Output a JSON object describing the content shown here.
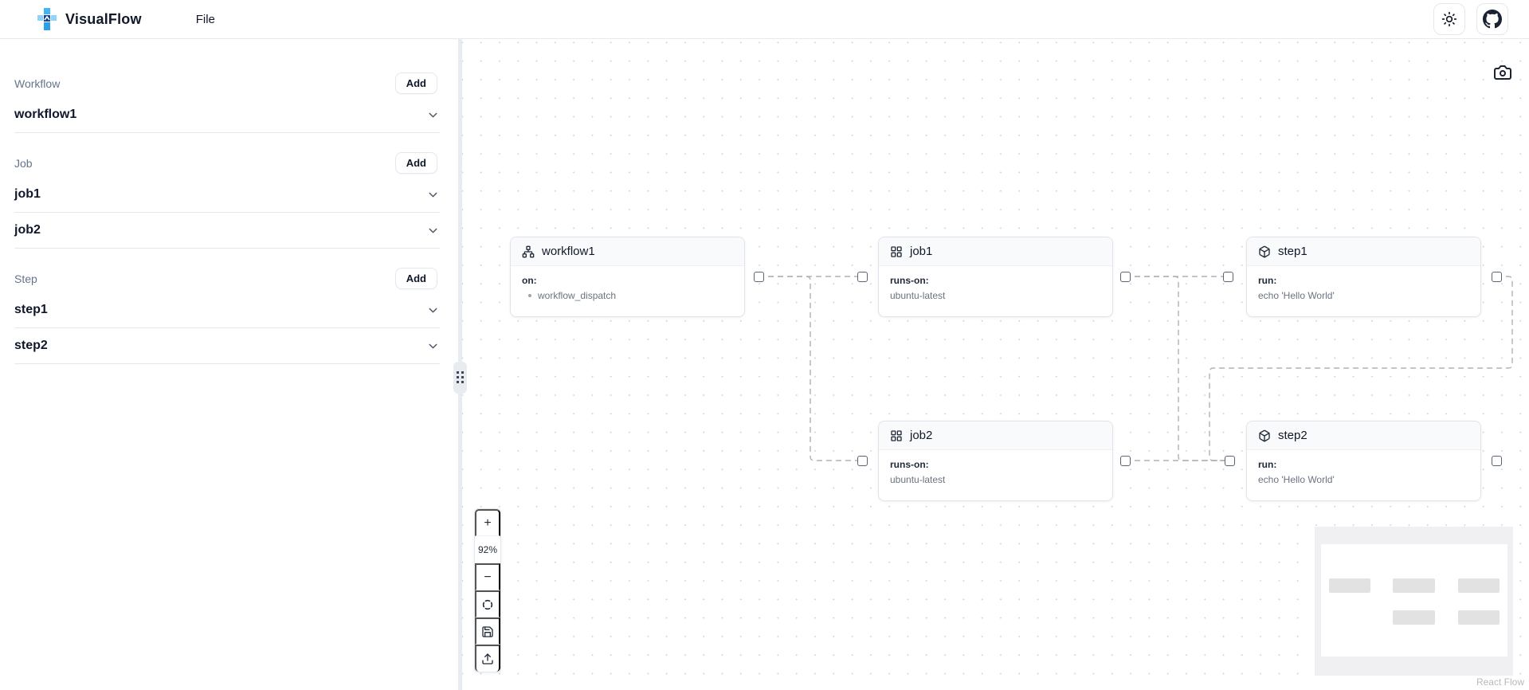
{
  "header": {
    "app_name": "VisualFlow",
    "file_menu_label": "File"
  },
  "sidebar": {
    "sections": [
      {
        "label": "Workflow",
        "add_label": "Add",
        "items": [
          {
            "name": "workflow1"
          }
        ]
      },
      {
        "label": "Job",
        "add_label": "Add",
        "items": [
          {
            "name": "job1"
          },
          {
            "name": "job2"
          }
        ]
      },
      {
        "label": "Step",
        "add_label": "Add",
        "items": [
          {
            "name": "step1"
          },
          {
            "name": "step2"
          }
        ]
      }
    ]
  },
  "canvas": {
    "nodes": [
      {
        "id": "workflow1",
        "type": "workflow",
        "icon": "network-icon",
        "title": "workflow1",
        "fields": [
          {
            "label": "on:",
            "value": "workflow_dispatch",
            "bulleted": true
          }
        ]
      },
      {
        "id": "job1",
        "type": "job",
        "icon": "grid-icon",
        "title": "job1",
        "fields": [
          {
            "label": "runs-on:",
            "value": "ubuntu-latest"
          }
        ]
      },
      {
        "id": "step1",
        "type": "step",
        "icon": "package-icon",
        "title": "step1",
        "fields": [
          {
            "label": "run:",
            "value": "echo 'Hello World'"
          }
        ]
      },
      {
        "id": "job2",
        "type": "job",
        "icon": "grid-icon",
        "title": "job2",
        "fields": [
          {
            "label": "runs-on:",
            "value": "ubuntu-latest"
          }
        ]
      },
      {
        "id": "step2",
        "type": "step",
        "icon": "package-icon",
        "title": "step2",
        "fields": [
          {
            "label": "run:",
            "value": "echo 'Hello World'"
          }
        ]
      }
    ],
    "edges": [
      {
        "source": "workflow1",
        "target": "job1"
      },
      {
        "source": "workflow1",
        "target": "job2"
      },
      {
        "source": "job1",
        "target": "step1"
      },
      {
        "source": "job1",
        "target": "step2"
      },
      {
        "source": "job2",
        "target": "step2"
      },
      {
        "source": "step1",
        "target": "step2"
      }
    ],
    "controls": {
      "zoom_in": "+",
      "zoom_level": "92%",
      "zoom_out": "−"
    },
    "attribution": "React Flow"
  },
  "colors": {
    "logo_blue_light": "#7fd0f7",
    "logo_blue": "#2e9fe6",
    "logo_blue_dark": "#0d47a1",
    "edge_gray": "#b1b1b7",
    "handle_border": "#5b6472",
    "header_bg": "#f8fafc",
    "border_light": "#e5e7eb"
  }
}
